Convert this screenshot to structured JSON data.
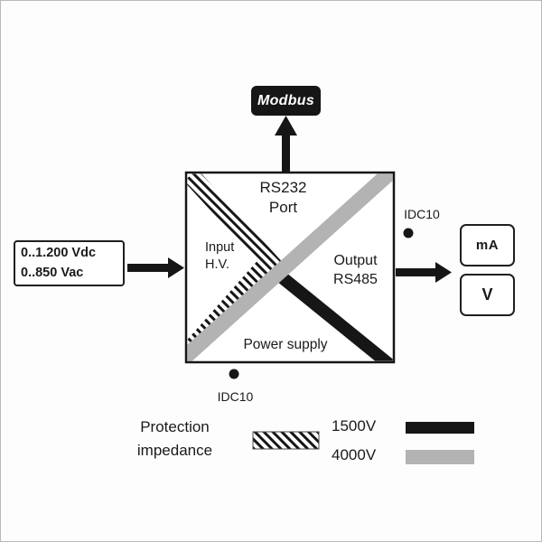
{
  "colors": {
    "ink": "#161616",
    "gray_band": "#b3b3b3",
    "white": "#ffffff"
  },
  "modbus": {
    "label": "Modbus"
  },
  "converter": {
    "rs232_port": "RS232\nPort",
    "input_hv": "Input\nH.V.",
    "output_rs485": "Output\nRS485",
    "power_supply": "Power supply"
  },
  "connectors": {
    "idc10_right": "IDC10",
    "idc10_bottom": "IDC10"
  },
  "input_box": {
    "line1": "0..1.200 Vdc",
    "line2": "0..850 Vac"
  },
  "outputs": {
    "ma": "mA",
    "v": "V"
  },
  "legend": {
    "protection": "Protection\nimpedance",
    "black_band": "1500V",
    "gray_band": "4000V"
  }
}
